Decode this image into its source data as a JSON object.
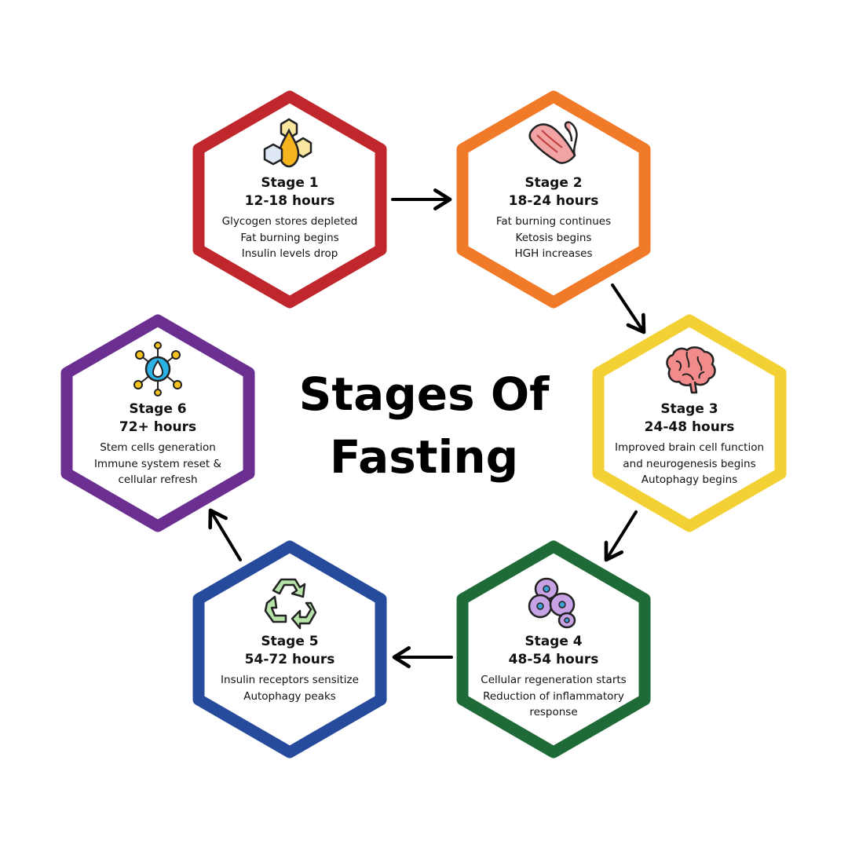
{
  "title": {
    "line1": "Stages Of",
    "line2": "Fasting"
  },
  "colors": {
    "stage1": "#c0272d",
    "stage2": "#f07a28",
    "stage3": "#f3d033",
    "stage4": "#1f6b38",
    "stage5": "#264a9c",
    "stage6": "#6b2f92",
    "arrow": "#000000"
  },
  "stages": [
    {
      "title": "Stage 1",
      "hours": "12-18 hours",
      "icon": "glycogen-drop-icon",
      "lines": [
        "Glycogen stores depleted",
        "Fat burning begins",
        "Insulin levels drop"
      ]
    },
    {
      "title": "Stage 2",
      "hours": "18-24 hours",
      "icon": "flexed-arm-muscle-icon",
      "lines": [
        "Fat burning continues",
        "Ketosis begins",
        "HGH increases"
      ]
    },
    {
      "title": "Stage 3",
      "hours": "24-48 hours",
      "icon": "brain-icon",
      "lines": [
        "Improved brain cell function",
        "and neurogenesis begins",
        "Autophagy begins"
      ]
    },
    {
      "title": "Stage 4",
      "hours": "48-54 hours",
      "icon": "cells-icon",
      "lines": [
        "Cellular regeneration starts",
        "Reduction of inflammatory",
        "response"
      ]
    },
    {
      "title": "Stage 5",
      "hours": "54-72 hours",
      "icon": "recycle-icon",
      "lines": [
        "Insulin receptors sensitize",
        "Autophagy peaks"
      ]
    },
    {
      "title": "Stage 6",
      "hours": "72+ hours",
      "icon": "stem-cell-icon",
      "lines": [
        "Stem cells generation",
        "Immune system reset &",
        "cellular refresh"
      ]
    }
  ]
}
